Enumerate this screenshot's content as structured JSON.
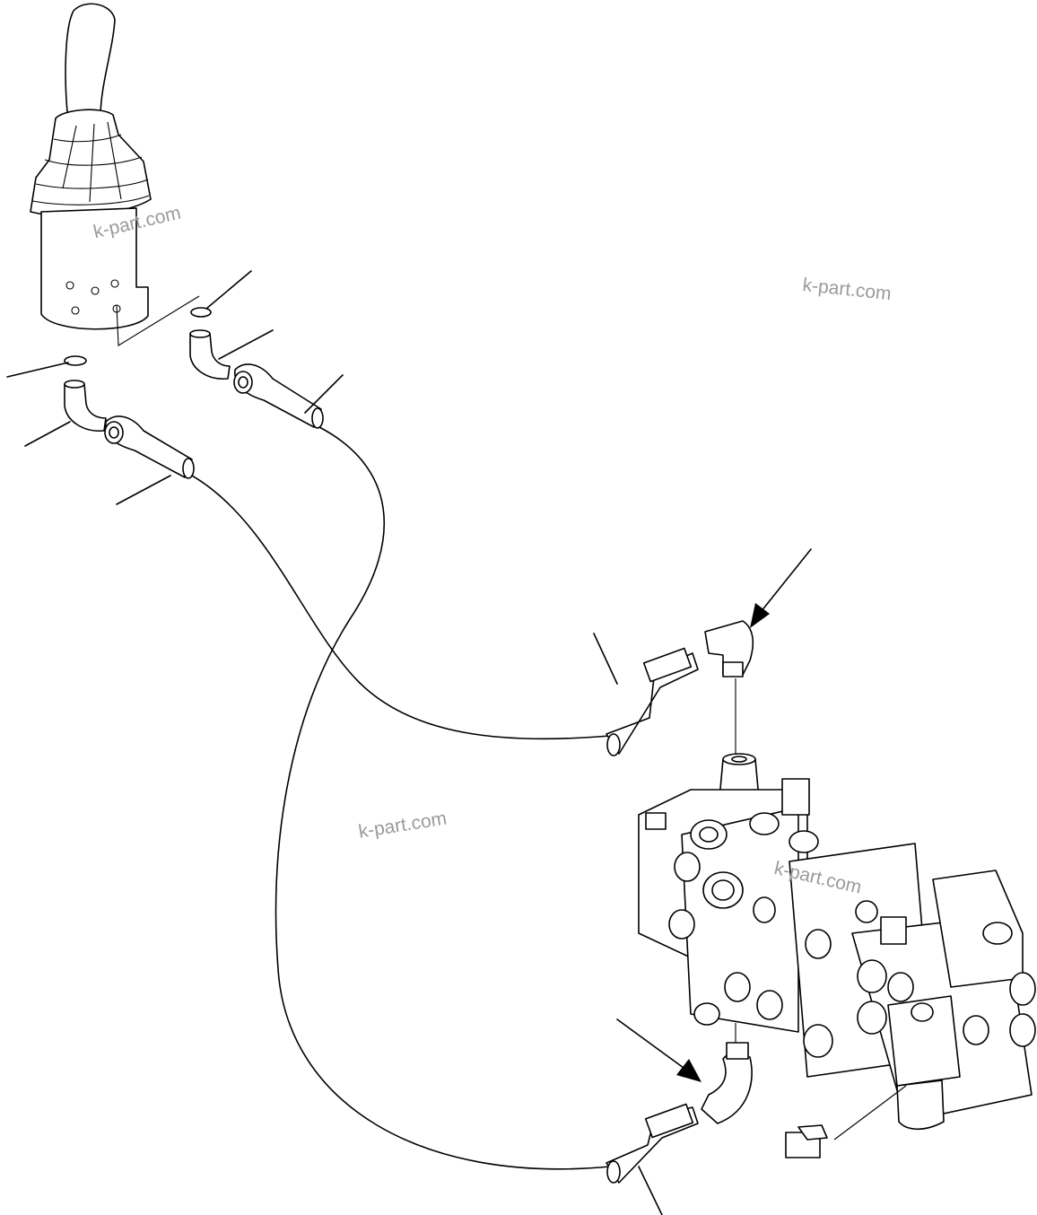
{
  "watermarks": [
    "k-part.com",
    "k-part.com",
    "k-part.com",
    "k-part.com"
  ],
  "colors": {
    "line": "#000000",
    "background": "#ffffff",
    "watermark": "#9a9a9a"
  }
}
